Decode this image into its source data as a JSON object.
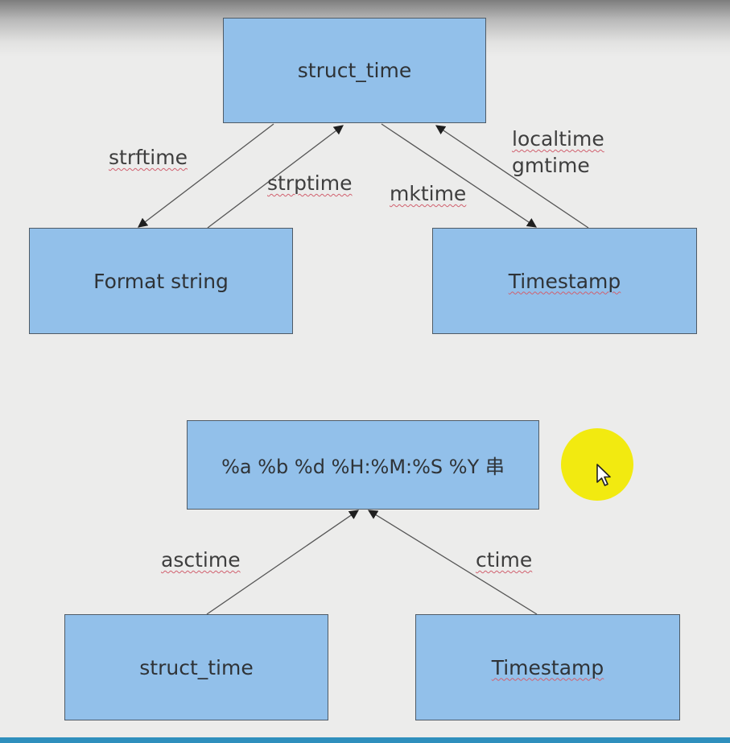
{
  "diagram": {
    "nodes": {
      "struct_time_top": "struct_time",
      "format_string": "Format string",
      "timestamp_top": "Timestamp",
      "format_pattern": "%a %b %d %H:%M:%S %Y 串",
      "struct_time_bottom": "struct_time",
      "timestamp_bottom": "Timestamp"
    },
    "edges": {
      "strftime": "strftime",
      "strptime": "strptime",
      "mktime": "mktime",
      "localtime": "localtime",
      "gmtime": "gmtime",
      "asctime": "asctime",
      "ctime": "ctime"
    },
    "connections": [
      {
        "from": "struct_time",
        "to": "Format string",
        "label": "strftime"
      },
      {
        "from": "Format string",
        "to": "struct_time",
        "label": "strptime"
      },
      {
        "from": "struct_time",
        "to": "Timestamp",
        "label": "mktime"
      },
      {
        "from": "Timestamp",
        "to": "struct_time",
        "label": "localtime / gmtime"
      },
      {
        "from": "struct_time",
        "to": "%a %b %d %H:%M:%S %Y 串",
        "label": "asctime"
      },
      {
        "from": "Timestamp",
        "to": "%a %b %d %H:%M:%S %Y 串",
        "label": "ctime"
      }
    ]
  },
  "colors": {
    "node_fill": "#92c0ea",
    "node_border": "#4f5b66",
    "background": "#ececeb",
    "cursor_highlight": "#f2ea10"
  },
  "icons": {
    "cursor": "mouse-pointer-icon"
  }
}
